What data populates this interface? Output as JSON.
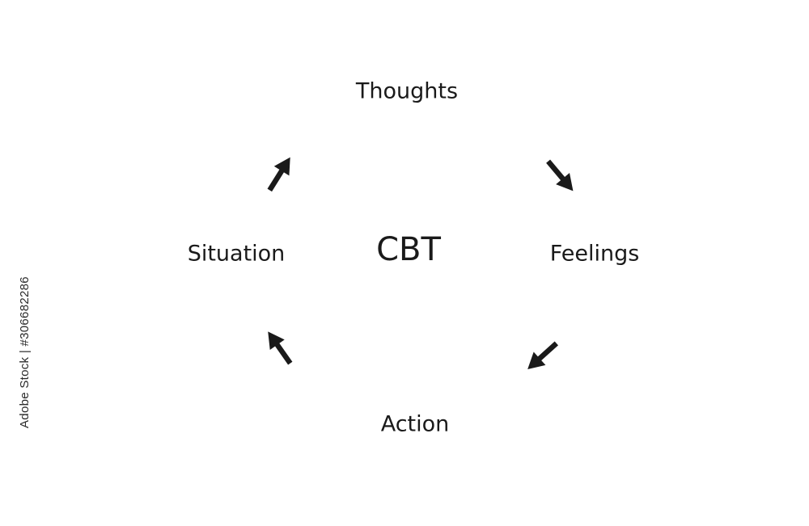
{
  "diagram": {
    "center": "CBT",
    "nodes": {
      "thoughts": "Thoughts",
      "feelings": "Feelings",
      "action": "Action",
      "situation": "Situation"
    },
    "arrows": [
      {
        "from": "Situation",
        "to": "Thoughts"
      },
      {
        "from": "Thoughts",
        "to": "Feelings"
      },
      {
        "from": "Feelings",
        "to": "Action"
      },
      {
        "from": "Action",
        "to": "Situation"
      }
    ],
    "arrow_color": "#1a1a1a",
    "text_color": "#1a1a1a"
  },
  "watermark": {
    "text": "Adobe Stock | #306682286"
  }
}
